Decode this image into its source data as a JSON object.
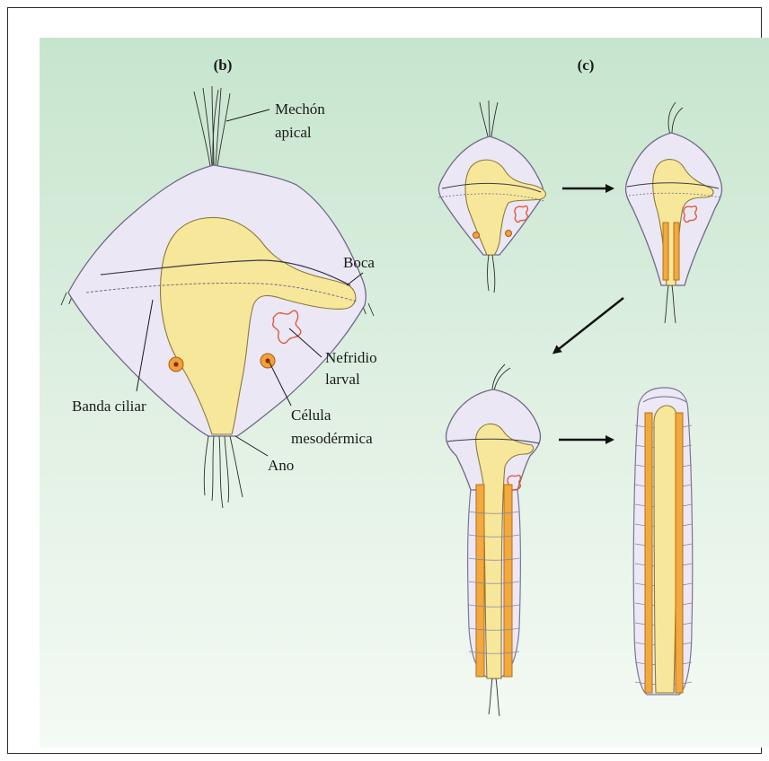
{
  "figure": {
    "panel_b": {
      "heading": "(b)",
      "labels": {
        "apical_tuft": [
          "Mechón",
          "apical"
        ],
        "mouth": "Boca",
        "larval_nephridium": [
          "Nefridio",
          "larval"
        ],
        "ciliary_band": "Banda ciliar",
        "mesodermal_cell": [
          "Célula",
          "mesodérmica"
        ],
        "anus": "Ano"
      }
    },
    "panel_c": {
      "heading": "(c)"
    }
  },
  "colors": {
    "background_gradient_top": "#c7e6cf",
    "background_gradient_bottom": "#f1f8f2",
    "body": "#ebe7f5",
    "gut": "#f7e79b",
    "nephridium": "#e05a3a",
    "mesoderm": "#f0a13a"
  }
}
